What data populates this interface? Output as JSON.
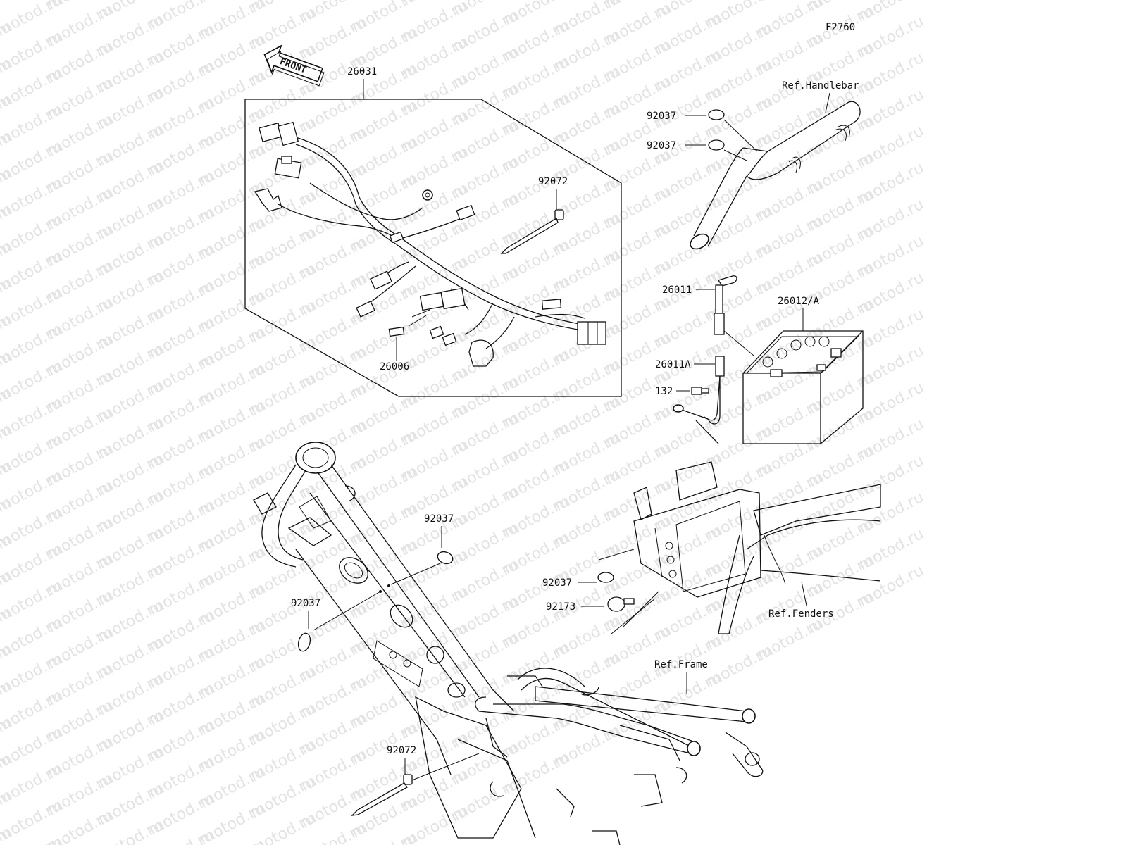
{
  "watermark": "motod.ru",
  "diagram_code": "F2760",
  "front_label": "FRONT",
  "parts": {
    "harness": "26031",
    "tie_box": "92072",
    "connector_cover": "26006",
    "clamp_handlebar_1": "92037",
    "clamp_handlebar_2": "92037",
    "lead_26011": "26011",
    "battery": "26012/A",
    "lead_26011a": "26011A",
    "bolt": "132",
    "clamp_frame_1": "92037",
    "clamp_frame_2": "92037",
    "clamp_fender": "92037",
    "clamp_92173": "92173",
    "tie_frame": "92072"
  },
  "refs": {
    "handlebar": "Ref.Handlebar",
    "fenders": "Ref.Fenders",
    "frame": "Ref.Frame"
  }
}
